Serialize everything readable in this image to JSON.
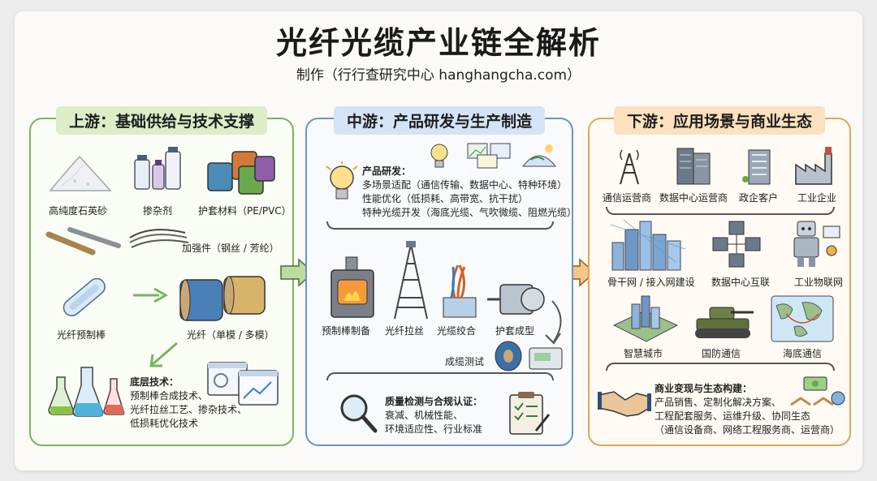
{
  "title": "光纤光缆产业链全解析",
  "subtitle": "制作（行行查研究中心 hanghangcha.com）",
  "colors": {
    "upstream": "#7ab55c",
    "midstream": "#6b95c7",
    "downstream": "#e3a458"
  },
  "upstream": {
    "header": "上游：基础供给与技术支撑",
    "items": {
      "quartz_sand": "高纯度石英砂",
      "dopant": "掺杂剂",
      "sheath": "护套材料（PE/PVC）",
      "strength": "加强件（钢丝 / 芳纶）",
      "preform": "光纤预制棒",
      "fiber": "光纤（单模 / 多模）"
    },
    "tech": {
      "head": "底层技术：",
      "lines": [
        "预制棒合成技术、",
        "光纤拉丝工艺、掺杂技术、",
        "低损耗优化技术"
      ]
    }
  },
  "midstream": {
    "header": "中游：产品研发与生产制造",
    "rd": {
      "head": "产品研发：",
      "lines": [
        "多场景适配（通信传输、数据中心、特种环境）",
        "性能优化（低损耗、高带宽、抗干扰）",
        "特种光缆开发（海底光缆、气吹微缆、阻燃光缆）"
      ]
    },
    "process": {
      "preform_prep": "预制棒制备",
      "drawing": "光纤拉丝",
      "stranding": "光缆绞合",
      "sheathing": "护套成型",
      "testing": "成缆测试"
    },
    "qa": {
      "head": "质量检测与合规认证：",
      "lines": [
        "衰减、机械性能、",
        "环境适应性、行业标准"
      ]
    }
  },
  "downstream": {
    "header": "下游：应用场景与商业生态",
    "customers": [
      "通信运营商",
      "数据中心运营商",
      "政企客户",
      "工业企业"
    ],
    "scenarios": [
      "骨干网 / 接入网建设",
      "数据中心互联",
      "工业物联网",
      "智慧城市",
      "国防通信",
      "海底通信"
    ],
    "business": {
      "head": "商业变现与生态构建：",
      "lines": [
        "产品销售、定制化解决方案、",
        "工程配套服务、运维升级、协同生态",
        "（通信设备商、网络工程服务商、运营商）"
      ]
    }
  }
}
